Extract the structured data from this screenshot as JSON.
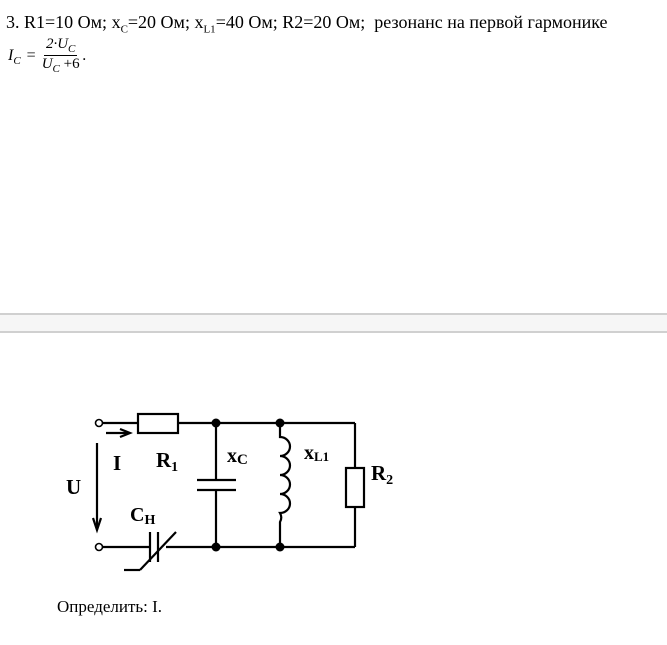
{
  "problem": {
    "number": "3.",
    "r1": "R1=10 Ом;",
    "xc_prefix": "x",
    "xc_sub": "C",
    "xc_val": "=20 Ом;",
    "xl_prefix": "x",
    "xl_sub": "L1",
    "xl_val": "=40 Ом;",
    "r2": "R2=20 Ом;",
    "condition": "резонанс на первой гармонике"
  },
  "formula": {
    "lhs": "I",
    "lhs_sub": "C",
    "equals": "=",
    "numerator": "2·U",
    "numerator_sub": "C",
    "denominator": "U",
    "denominator_sub": "C",
    "denominator_tail": "+6",
    "end": "."
  },
  "circuit": {
    "I": "I",
    "R": "R",
    "R1_sub": "1",
    "x": "x",
    "xc_sub": "C",
    "xl_sub": "L1",
    "R2_sub": "2",
    "U": "U",
    "C": "C",
    "CH_sub": "H"
  },
  "task": "Определить: I."
}
